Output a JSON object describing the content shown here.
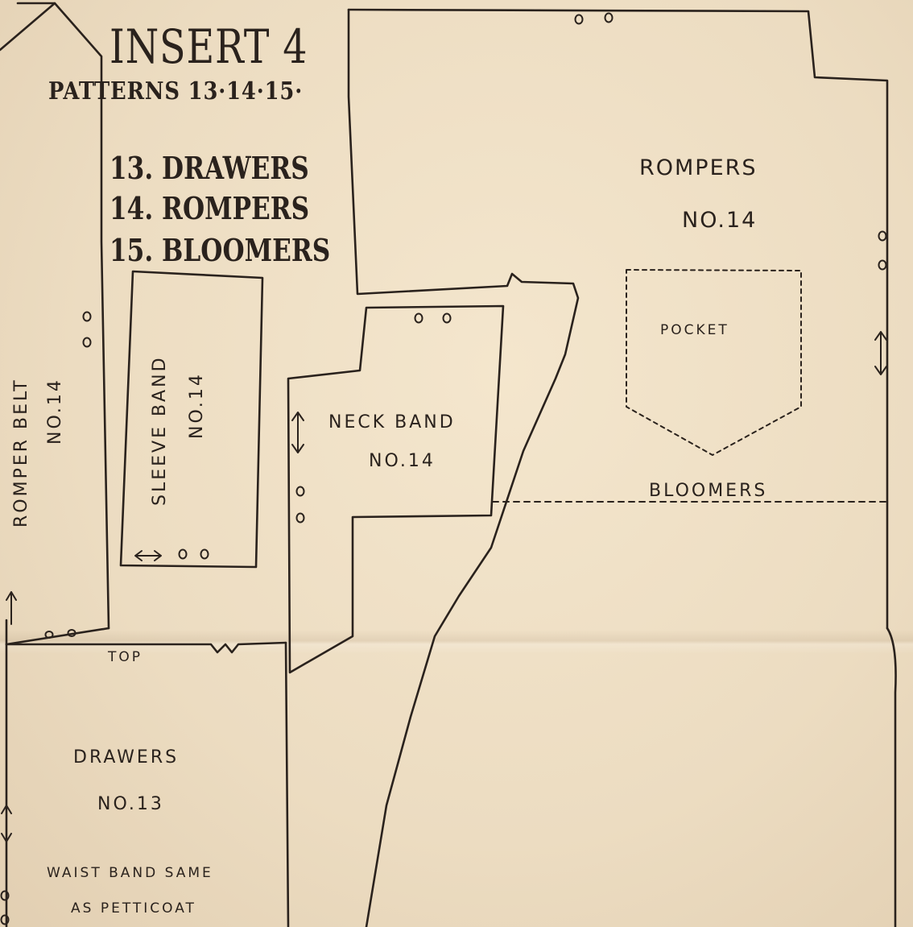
{
  "header": {
    "title": "INSERT 4",
    "subtitle": "PATTERNS 13·14·15·"
  },
  "legend": [
    "13. DRAWERS",
    "14. ROMPERS",
    "15. BLOOMERS"
  ],
  "pieces": {
    "rompers": {
      "name": "ROMPERS",
      "number": "NO.14"
    },
    "pocket": "POCKET",
    "bloomers": "BLOOMERS",
    "neck_band": {
      "name": "NECK BAND",
      "number": "NO.14"
    },
    "sleeve_band": {
      "name": "SLEEVE BAND",
      "number": "NO.14"
    },
    "romper_belt": {
      "name": "ROMPER BELT",
      "number": "NO.14"
    },
    "top": "TOP",
    "drawers": {
      "name": "DRAWERS",
      "number": "NO.13"
    },
    "waist_note": {
      "line1": "WAIST BAND SAME",
      "line2": "AS PETTICOAT"
    }
  },
  "colors": {
    "paper": "#eedfc6",
    "ink": "#2a221d"
  },
  "symbols": [
    "grain-arrow-icon",
    "notch-circles-icon"
  ]
}
